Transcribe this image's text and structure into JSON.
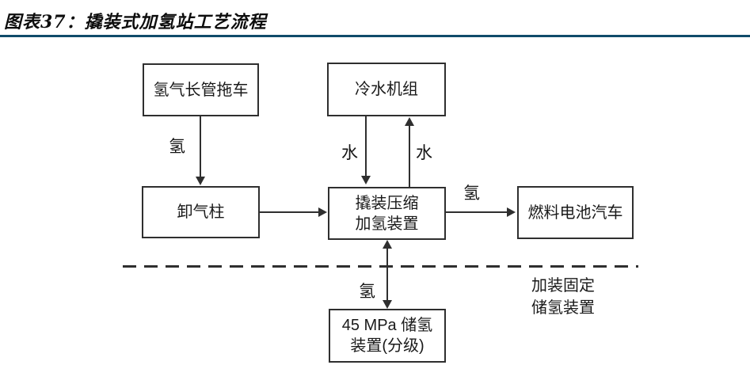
{
  "header": {
    "title": "图表37：撬装式加氢站工艺流程"
  },
  "diagram": {
    "boxes": {
      "trailer": {
        "label": "氢气长管拖车"
      },
      "chiller": {
        "label": "冷水机组"
      },
      "unloading": {
        "label": "卸气柱"
      },
      "compressor": {
        "line1": "撬装压缩",
        "line2": "加氢装置"
      },
      "vehicle": {
        "label": "燃料电池汽车"
      },
      "storage": {
        "line1": "45 MPa 储氢",
        "line2": "装置(分级)"
      }
    },
    "flow_labels": {
      "trailer_to_unloading": "氢",
      "chiller_water_out": "水",
      "water_return_to_chiller": "水",
      "compressor_to_vehicle": "氢",
      "compressor_to_storage": "氢"
    },
    "note": {
      "line1": "加装固定",
      "line2": "储氢装置"
    }
  },
  "colors": {
    "header_rule": "#104b6a",
    "diagram_line": "#2f2f2f",
    "text": "#1a1a1a"
  }
}
